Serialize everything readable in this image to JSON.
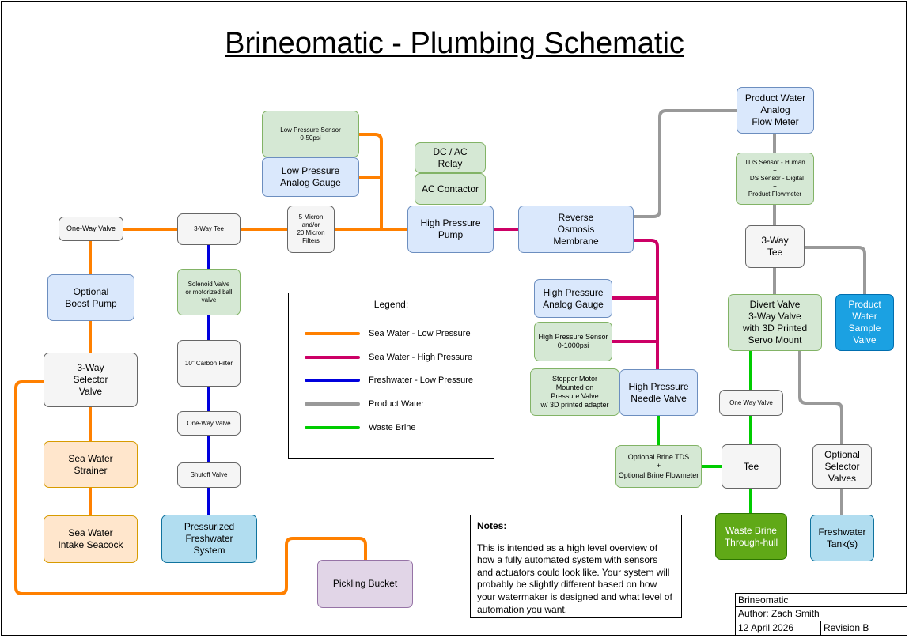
{
  "title": "Brineomatic - Plumbing Schematic",
  "colors": {
    "sea_low": "#ff8000",
    "sea_high": "#cc0066",
    "fresh_low": "#0000dd",
    "product": "#999999",
    "waste": "#00cc00"
  },
  "components": {
    "one_way_valve_left": "One-Way Valve",
    "optional_boost_pump": "Optional\nBoost Pump",
    "selector_valve_3way": "3-Way\nSelector\nValve",
    "sea_water_strainer": "Sea Water\nStrainer",
    "sea_water_intake_seacock": "Sea Water\nIntake Seacock",
    "tee_3way": "3-Way Tee",
    "solenoid_valve": "Solenoid Valve\nor motorized ball\nvalve",
    "carbon_filter": "10\" Carbon Filter",
    "one_way_valve_fresh": "One-Way Valve",
    "shutoff_valve": "Shutoff Valve",
    "pressurized_freshwater": "Pressurized\nFreshwater\nSystem",
    "pickling_bucket": "Pickling Bucket",
    "micron_filters": "5 Micron\nand/or\n20 Micron\nFilters",
    "low_pressure_sensor": "Low Pressure Sensor\n0-50psi",
    "low_pressure_gauge": "Low Pressure\nAnalog Gauge",
    "dc_ac_relay": "DC / AC\nRelay",
    "ac_contactor": "AC Contactor",
    "high_pressure_pump": "High Pressure\nPump",
    "ro_membrane": "Reverse\nOsmosis\nMembrane",
    "product_flow_meter": "Product Water\nAnalog\nFlow Meter",
    "tds_sensors": "TDS Sensor - Human\n+\nTDS Sensor - Digital\n+\nProduct Flowmeter",
    "tee_3way_product": "3-Way\nTee",
    "product_sample_valve": "Product\nWater\nSample\nValve",
    "divert_valve": "Divert Valve\n3-Way Valve\nwith 3D Printed\nServo Mount",
    "high_pressure_gauge": "High Pressure\nAnalog Gauge",
    "high_pressure_sensor": "High Pressure Sensor\n0-1000psi",
    "stepper_motor": "Stepper Motor\nMounted on\nPressure Valve\nw/ 3D printed adapter",
    "needle_valve": "High Pressure\nNeedle Valve",
    "brine_tds": "Optional Brine TDS\n+\nOptional Brine Flowmeter",
    "one_way_valve_brine": "One Way Valve",
    "tee_brine": "Tee",
    "waste_through_hull": "Waste Brine\nThrough-hull",
    "optional_selector_valves": "Optional\nSelector\nValves",
    "freshwater_tanks": "Freshwater\nTank(s)"
  },
  "legend": {
    "title": "Legend:",
    "items": [
      {
        "label": "Sea Water -  Low Pressure",
        "color": "#ff8000"
      },
      {
        "label": "Sea Water - High Pressure",
        "color": "#cc0066"
      },
      {
        "label": "Freshwater - Low Pressure",
        "color": "#0000dd"
      },
      {
        "label": "Product Water",
        "color": "#999999"
      },
      {
        "label": "Waste Brine",
        "color": "#00cc00"
      }
    ]
  },
  "notes": {
    "heading": "Notes:",
    "body": "This is intended as a high level overview of how a fully automated system with sensors and actuators could look like.  Your system will probably be slightly different based on how your watermaker is designed and what level of automation you want."
  },
  "title_block": {
    "project": "Brineomatic",
    "author": "Author: Zach Smith",
    "date": "12 April 2026",
    "revision": "Revision B"
  }
}
